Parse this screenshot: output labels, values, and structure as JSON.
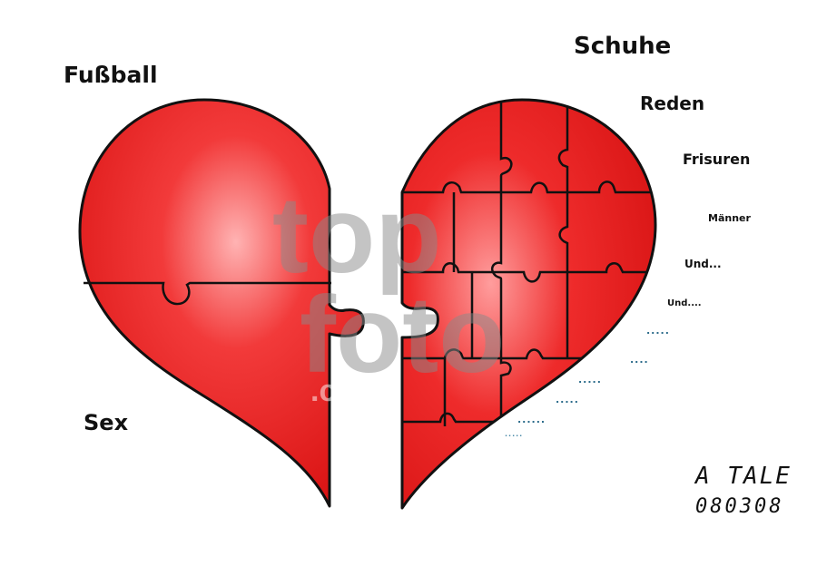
{
  "left_half": {
    "top_label": "Fußball",
    "bottom_label": "Sex"
  },
  "right_half": {
    "labels": [
      "Schuhe",
      "Reden",
      "Frisuren",
      "Männer",
      "Und...",
      "Und...."
    ],
    "trailing_dots": [
      ".....",
      "....",
      ".....",
      ".....",
      "......",
      "....."
    ]
  },
  "signature": {
    "line1": "A TALE",
    "line2": "080308"
  },
  "watermark": {
    "text": "top foto",
    "domain": ".com"
  },
  "colors": {
    "heart_fill": "#e41a1a",
    "heart_highlight": "#ff9a9a",
    "outline": "#111111",
    "dots": "#2a6a8a",
    "watermark": "#8a8a8a"
  }
}
